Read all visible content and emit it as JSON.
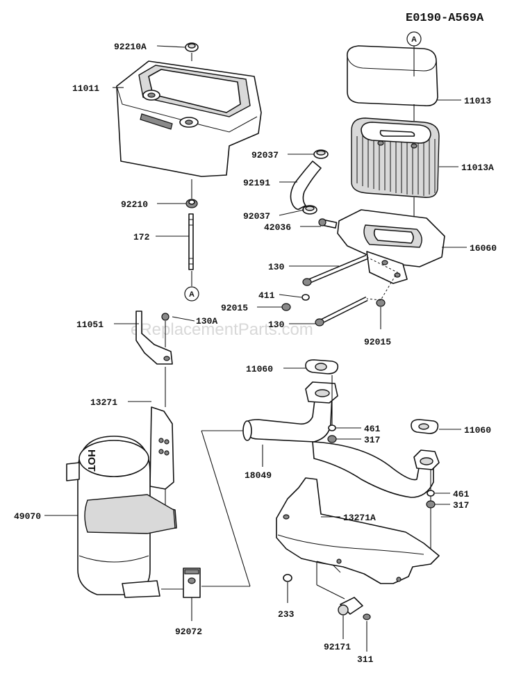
{
  "diagram_code": "E0190-A569A",
  "watermark": "eReplacementParts.com",
  "reference_marker": "A",
  "hot_label": "HOT",
  "parts": {
    "p92210A": "92210A",
    "p11011": "11011",
    "p92210": "92210",
    "p172": "172",
    "p11013": "11013",
    "p11013A": "11013A",
    "p92037a": "92037",
    "p92191": "92191",
    "p92037b": "92037",
    "p42036": "42036",
    "p16060": "16060",
    "p130a": "130",
    "p411": "411",
    "p92015a": "92015",
    "p130b": "130",
    "p92015b": "92015",
    "p11051": "11051",
    "p130A": "130A",
    "p13271": "13271",
    "p49070": "49070",
    "p92072": "92072",
    "p11060a": "11060",
    "p461a": "461",
    "p317a": "317",
    "p11060b": "11060",
    "p18049": "18049",
    "p461b": "461",
    "p317b": "317",
    "p13271A": "13271A",
    "p233": "233",
    "p92171": "92171",
    "p311": "311"
  }
}
